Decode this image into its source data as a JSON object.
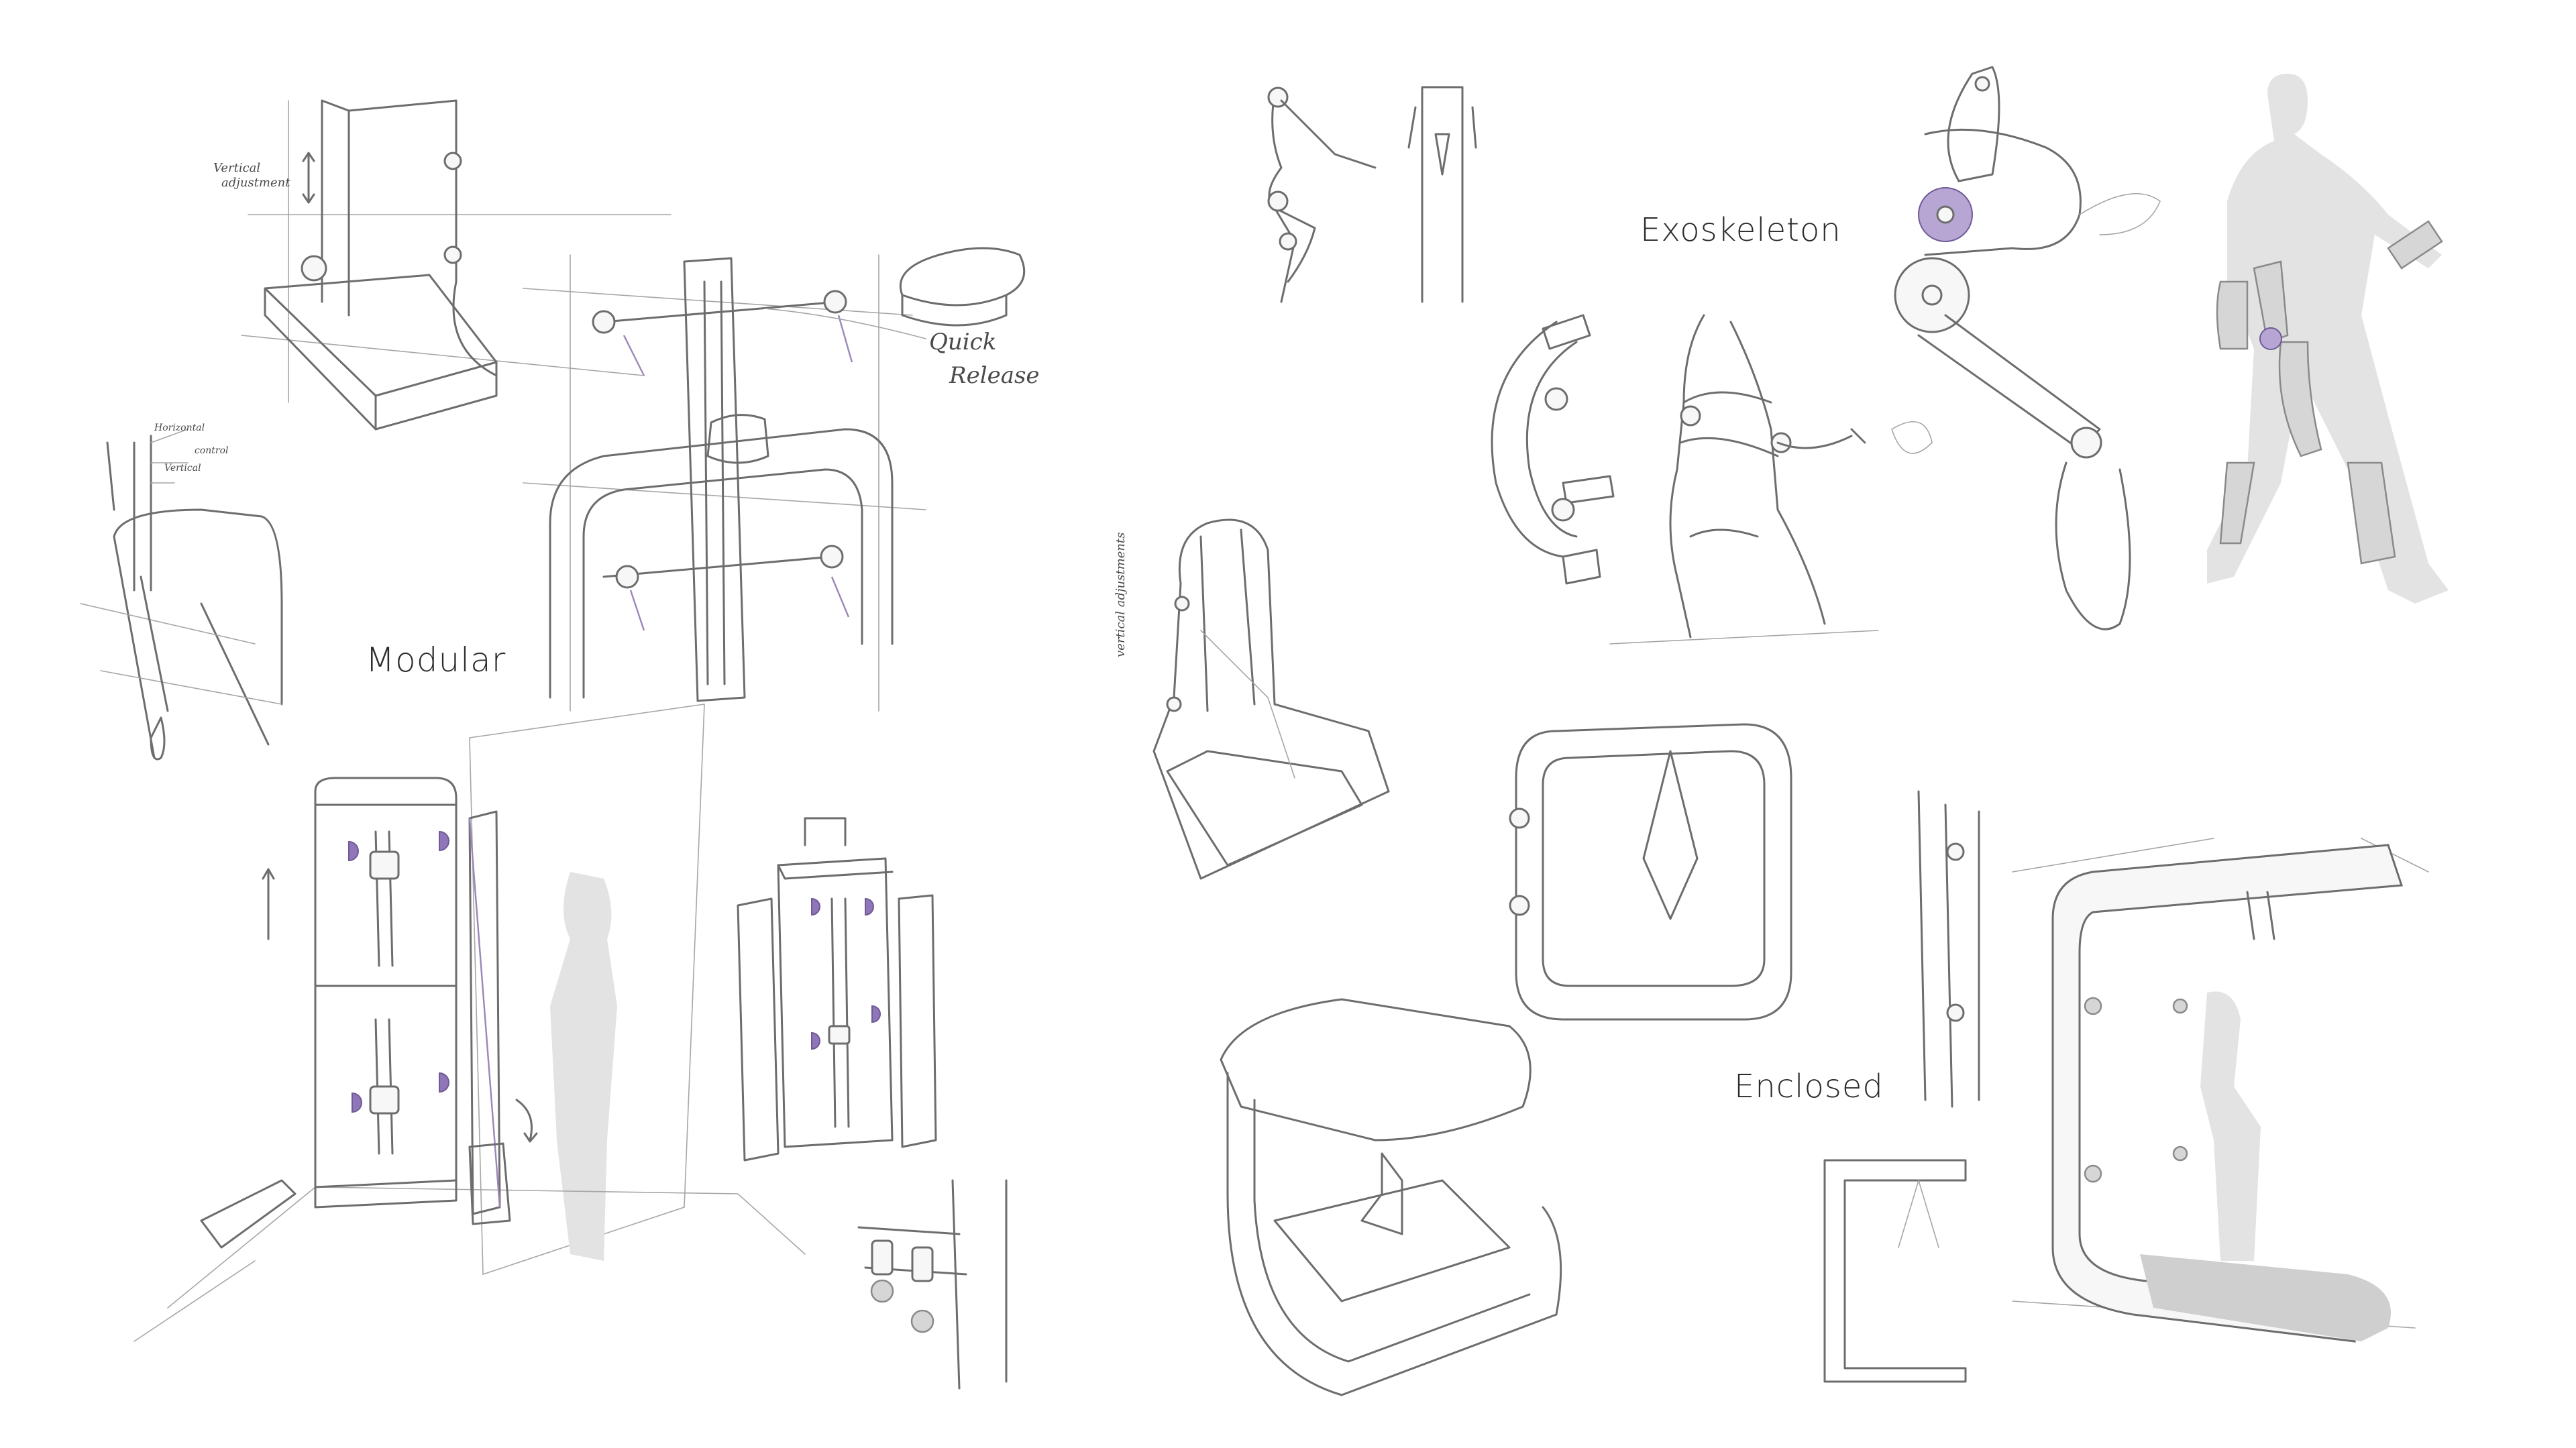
{
  "labels": {
    "modular": "Modular",
    "exoskeleton": "Exoskeleton",
    "enclosed": "Enclosed"
  },
  "annotations": {
    "quick": "Quick",
    "release": "Release",
    "vertical_adjustment_1": "Vertical",
    "vertical_adjustment_2": "adjustment",
    "horizontal": "Horizontal",
    "control": "control",
    "vertical": "Vertical",
    "vertical_adjustments": "vertical adjustments"
  },
  "colors": {
    "accent_purple": "#8f76b8",
    "line_gray": "#6d6d6d",
    "silhouette_gray": "#e3e3e3"
  }
}
